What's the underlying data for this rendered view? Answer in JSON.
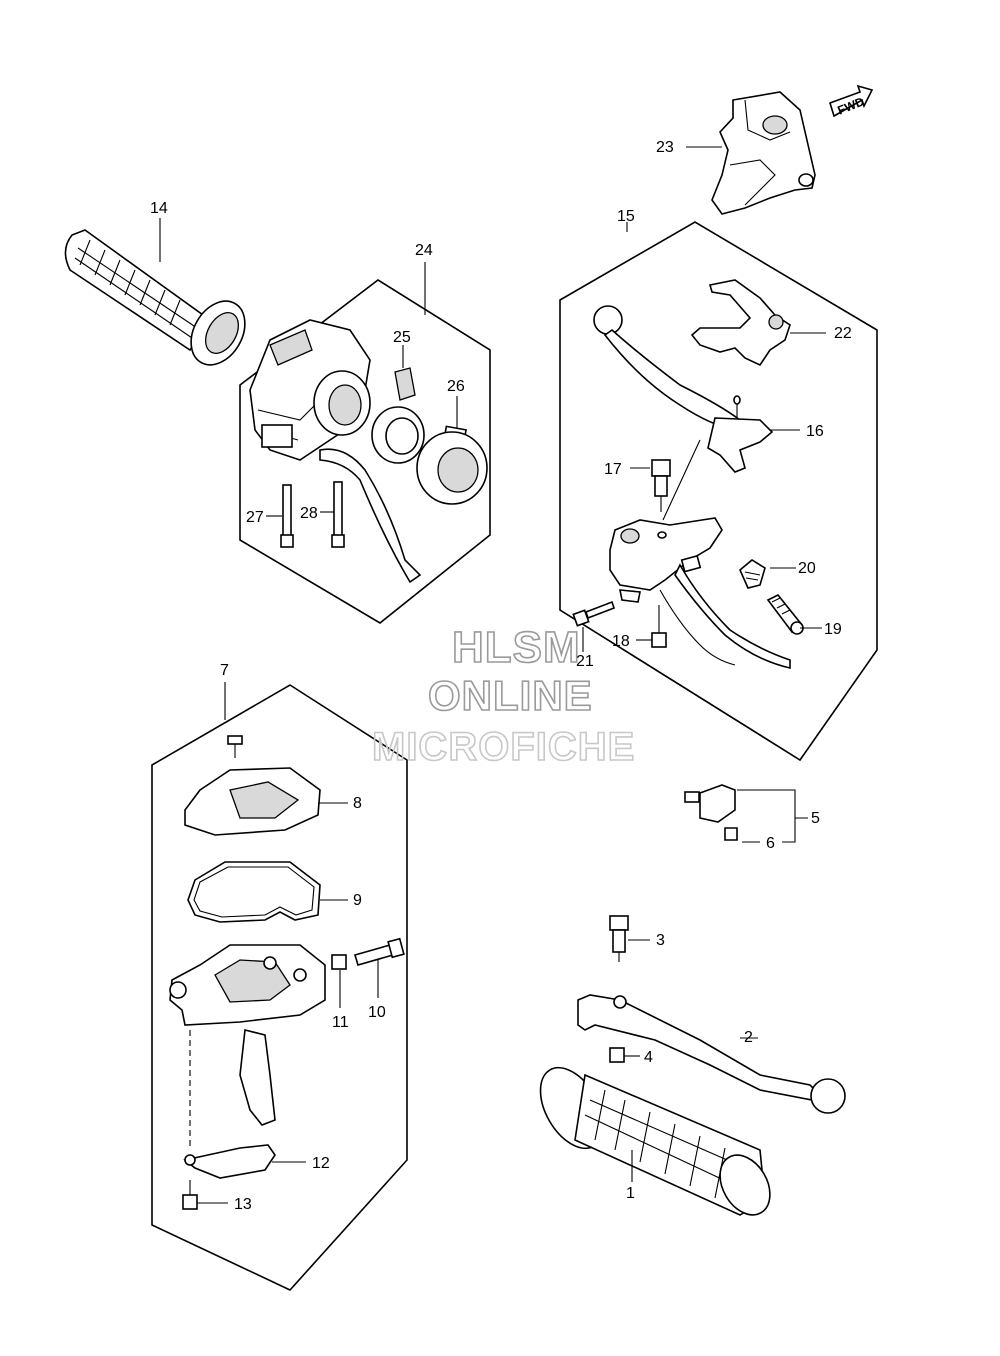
{
  "callouts": {
    "c1": "1",
    "c2": "2",
    "c3": "3",
    "c4": "4",
    "c5": "5",
    "c6": "6",
    "c7": "7",
    "c8": "8",
    "c9": "9",
    "c10": "10",
    "c11": "11",
    "c12": "12",
    "c13": "13",
    "c14": "14",
    "c15": "15",
    "c16": "16",
    "c17": "17",
    "c18": "18",
    "c19": "19",
    "c20": "20",
    "c21": "21",
    "c22": "22",
    "c23": "23",
    "c24": "24",
    "c25": "25",
    "c26": "26",
    "c27": "27",
    "c28": "28"
  },
  "watermark": {
    "line1": "HLSM",
    "line2": "ONLINE",
    "line3": "MICROFICHE"
  },
  "direction_badge": "FWD"
}
